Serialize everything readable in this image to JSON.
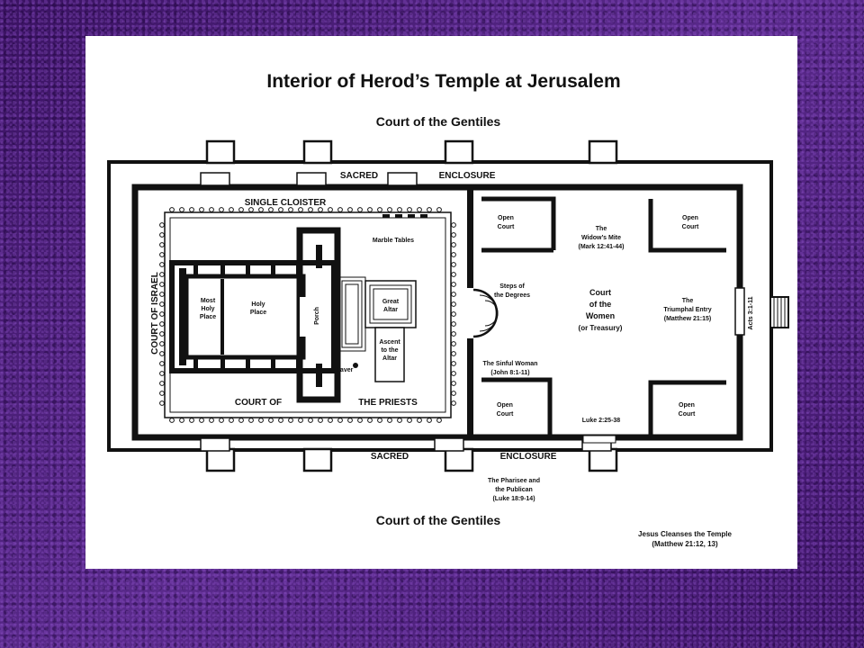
{
  "title": "Interior of Herod’s Temple at Jerusalem",
  "court_gentiles_top": "Court of the Gentiles",
  "court_gentiles_bottom": "Court of the Gentiles",
  "sacred_top": "SACRED",
  "enclosure_top": "ENCLOSURE",
  "sacred_bottom": "SACRED",
  "enclosure_bottom": "ENCLOSURE",
  "single_cloister": "SINGLE CLOISTER",
  "court_of_israel": "COURT OF ISRAEL",
  "marble_tables": "Marble Tables",
  "most_holy_place": [
    "Most",
    "Holy",
    "Place"
  ],
  "holy_place": [
    "Holy",
    "Place"
  ],
  "porch": "Porch",
  "great_altar": [
    "Great",
    "Altar"
  ],
  "ascent_to_altar": [
    "Ascent",
    "to the",
    "Altar"
  ],
  "laver": "Laver",
  "court_of": "COURT OF",
  "the_priests": "THE PRIESTS",
  "open_court": [
    "Open",
    "Court"
  ],
  "widows_mite": [
    "The",
    "Widow’s Mite",
    "(Mark 12:41-44)"
  ],
  "steps_of_degrees": [
    "Steps of",
    "the Degrees"
  ],
  "court_of_women": [
    "Court",
    "of the",
    "Women",
    "(or Treasury)"
  ],
  "triumphal_entry": [
    "The",
    "Triumphal Entry",
    "(Matthew 21:15)"
  ],
  "acts": "Acts 3:1-11",
  "sinful_woman": [
    "The Sinful Woman",
    "(John 8:1-11)"
  ],
  "luke": "Luke 2:25-38",
  "pharisee": [
    "The Pharisee and",
    "the Publican",
    "(Luke 18:9-14)"
  ],
  "jesus_cleanses": [
    "Jesus Cleanses the Temple",
    "(Matthew 21:12, 13)"
  ]
}
